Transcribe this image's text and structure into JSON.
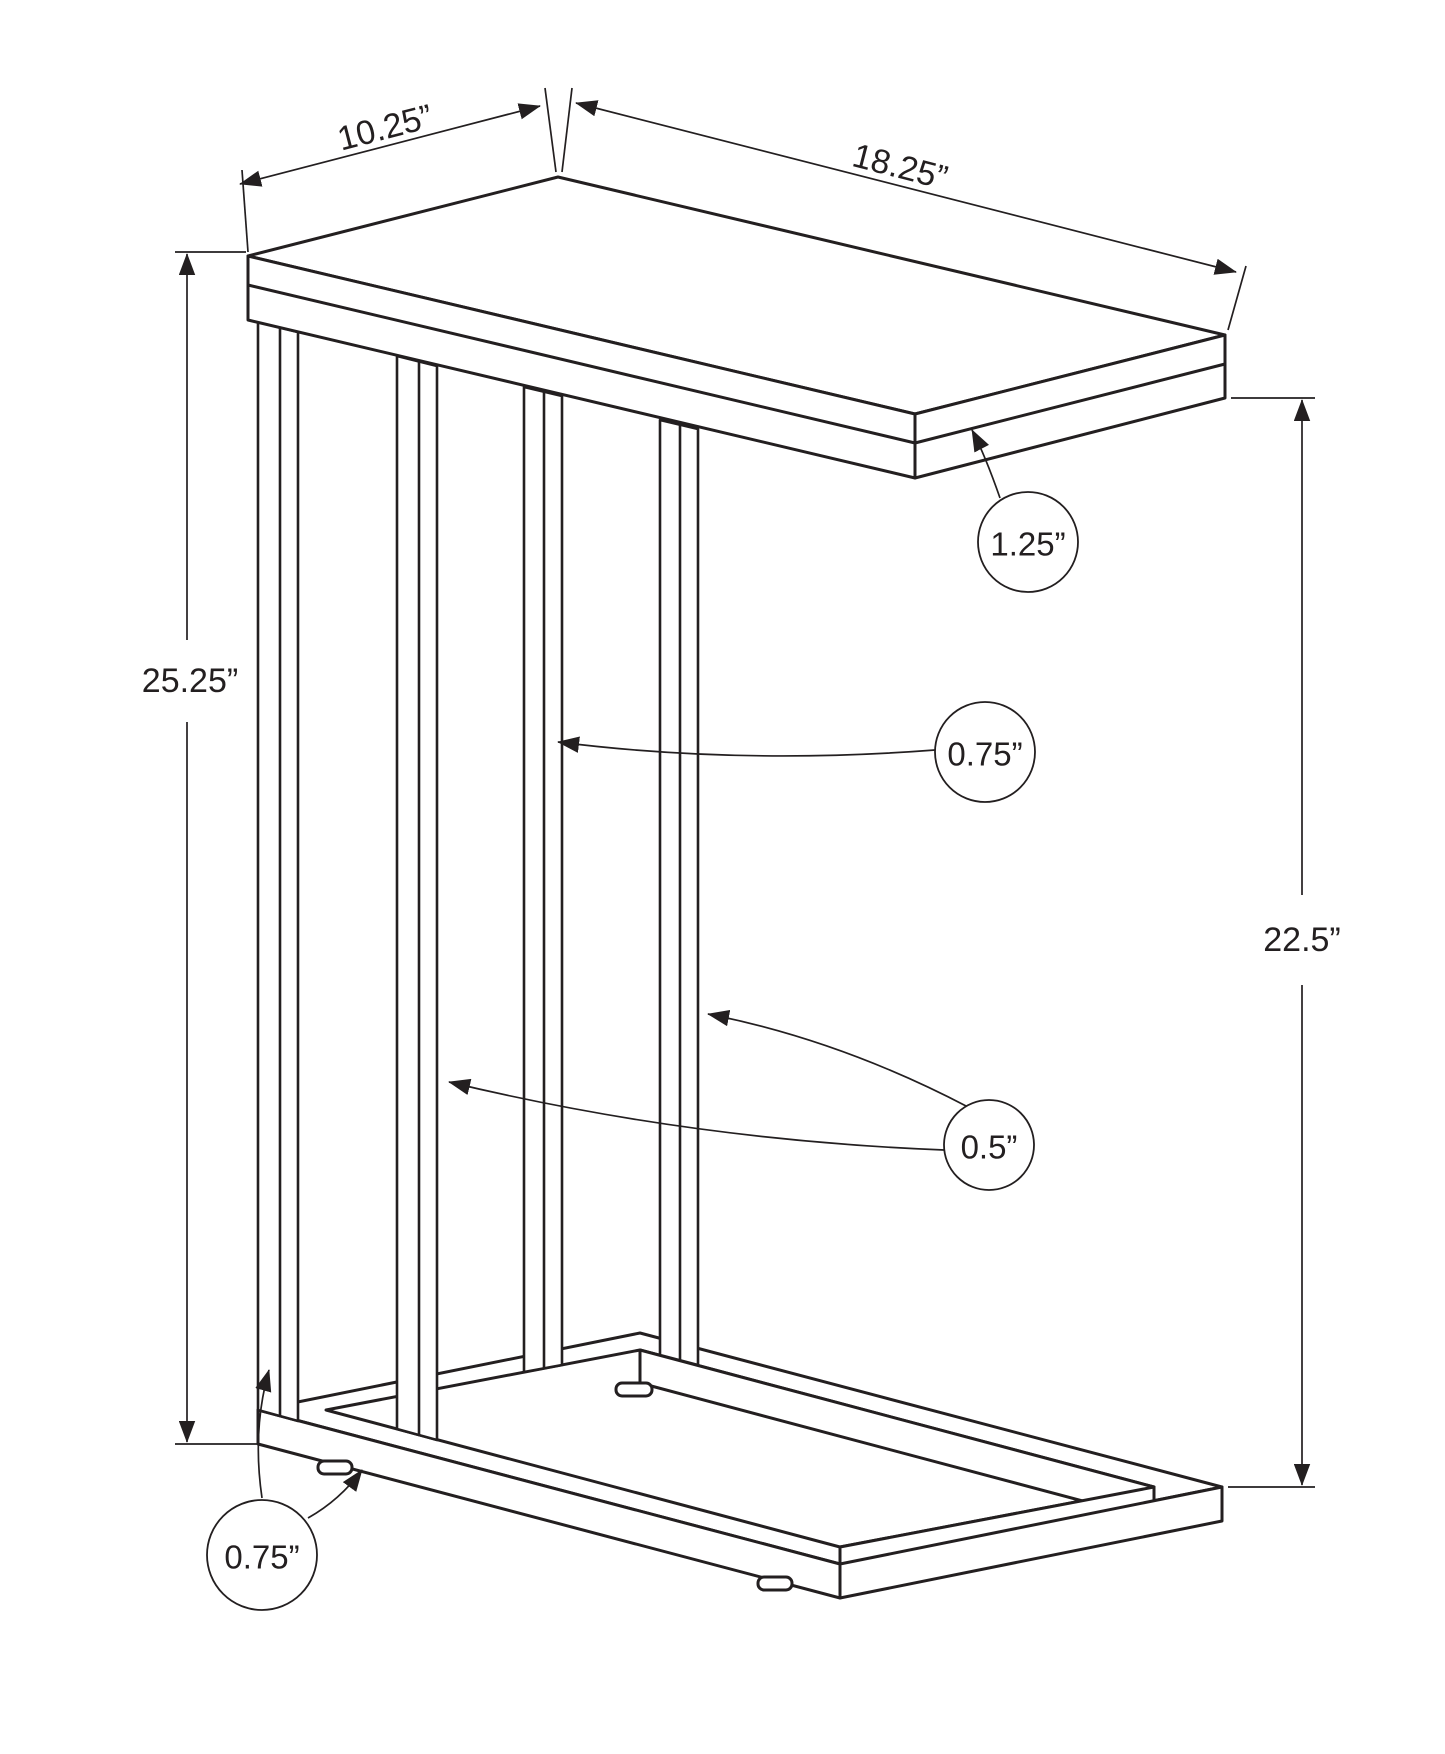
{
  "drawing": {
    "type": "furniture-dimension-diagram",
    "object": "c-shaped accent table line drawing",
    "colors": {
      "line": "#231f20",
      "background": "#ffffff"
    }
  },
  "labels": {
    "top_width": "10.25”",
    "top_length": "18.25”",
    "overall_height": "25.25”",
    "clearance_height": "22.5”",
    "top_thickness": "1.25”",
    "post_width": "0.75”",
    "post_thickness": "0.5”",
    "base_height": "0.75”"
  }
}
